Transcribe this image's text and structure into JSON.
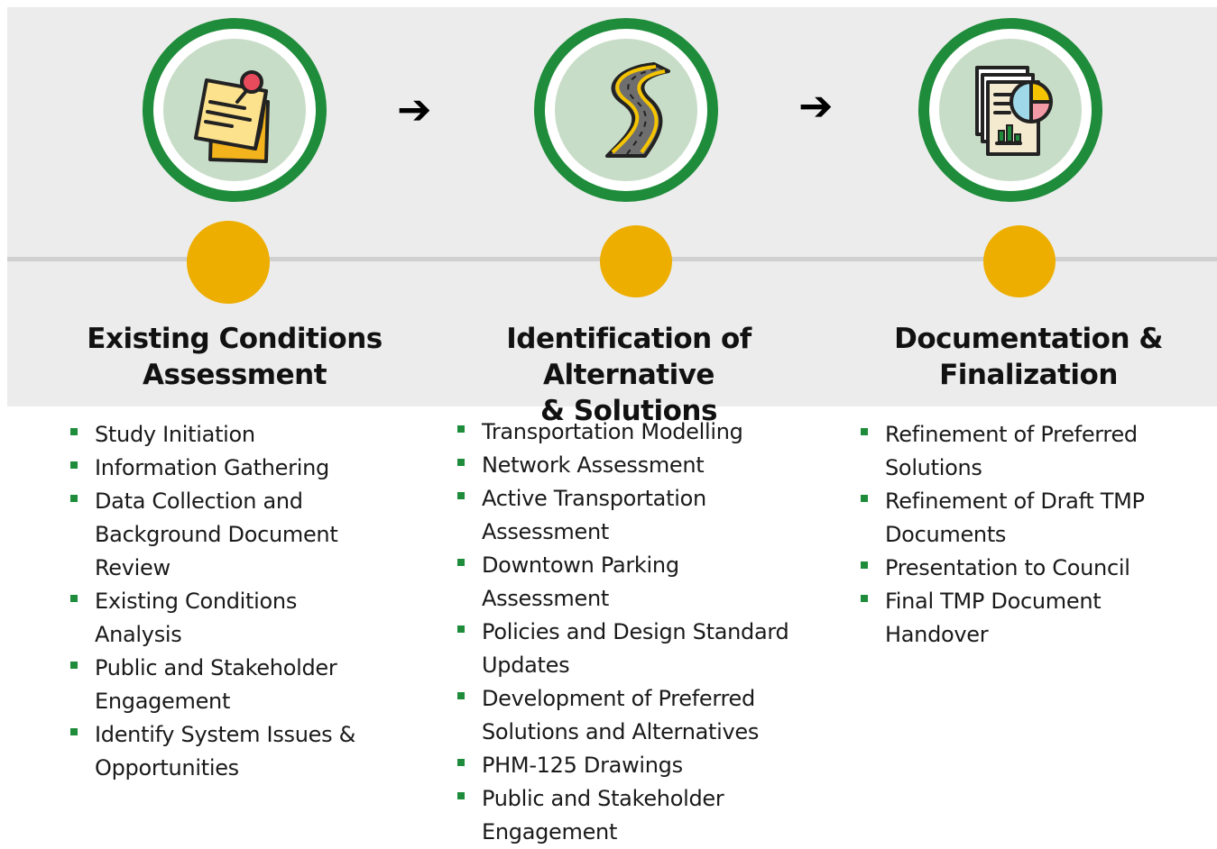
{
  "arrows": [
    "➔",
    "➔"
  ],
  "colors": {
    "ring": "#1e8c3a",
    "ring_fill": "#c8ddc8",
    "dot": "#edae00",
    "band": "#ececec",
    "bullet": "#1e8c3a"
  },
  "phases": [
    {
      "icon": "sticky-note-icon",
      "title_line1": "Existing Conditions",
      "title_line2": "Assessment",
      "items": [
        [
          "Study Initiation"
        ],
        [
          "Information Gathering"
        ],
        [
          "Data Collection and",
          "Background Document",
          "Review"
        ],
        [
          "Existing Conditions",
          "Analysis"
        ],
        [
          "Public and Stakeholder",
          "Engagement"
        ],
        [
          "Identify System Issues &",
          "Opportunities"
        ]
      ]
    },
    {
      "icon": "road-icon",
      "title_line1": "Identification of Alternative",
      "title_line2": "& Solutions",
      "items": [
        [
          "Transportation Modelling"
        ],
        [
          "Network Assessment"
        ],
        [
          "Active Transportation",
          "Assessment"
        ],
        [
          "Downtown Parking",
          "Assessment"
        ],
        [
          "Policies and Design Standard",
          "Updates"
        ],
        [
          "Development of Preferred",
          "Solutions and Alternatives"
        ],
        [
          "PHM-125 Drawings"
        ],
        [
          "Public and Stakeholder",
          "Engagement"
        ]
      ]
    },
    {
      "icon": "report-chart-icon",
      "title_line1": "Documentation &",
      "title_line2": "Finalization",
      "items": [
        [
          "Refinement of Preferred",
          "Solutions"
        ],
        [
          "Refinement of Draft TMP",
          "Documents"
        ],
        [
          "Presentation to Council"
        ],
        [
          "Final TMP Document",
          "Handover"
        ]
      ]
    }
  ]
}
